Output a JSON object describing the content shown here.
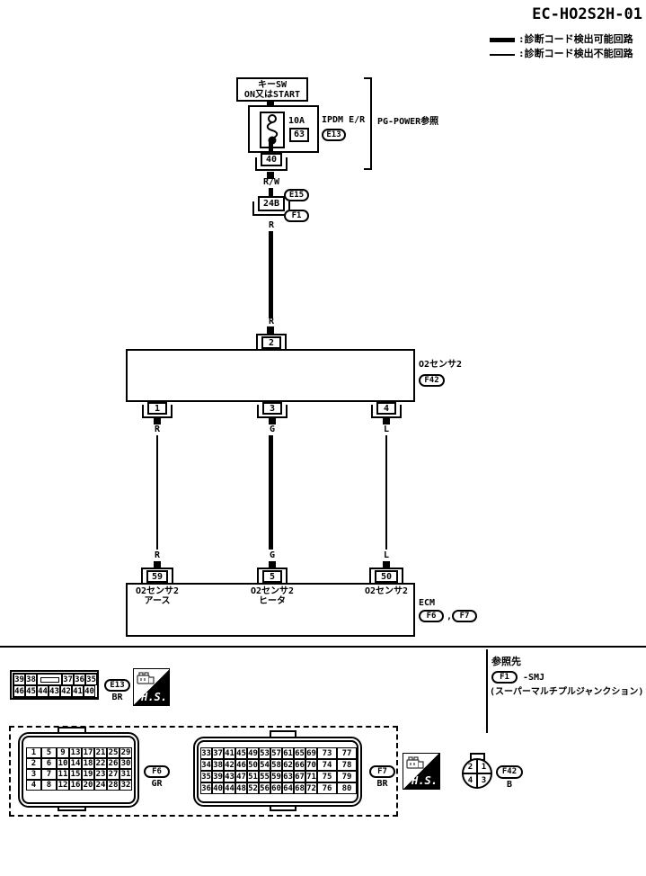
{
  "title": "EC-HO2S2H-01",
  "colors": {
    "line": "#000000",
    "background": "#ffffff"
  },
  "legend": {
    "detectable": ":診断コード検出可能回路",
    "undetectable": ":診断コード検出不能回路"
  },
  "circuit": {
    "key_sw": {
      "line1": "キーSW",
      "line2": "ON又はSTART"
    },
    "fuse": {
      "rating": "10A",
      "number": "63",
      "unit": "IPDM E/R",
      "connector": "E13",
      "ref": "PG-POWER参照"
    },
    "pin_fuse_out": "40",
    "wire_fuse_to_smj": "R/W",
    "smj_connector": "E15",
    "pin_smj": "24B",
    "smj_ref": "F1",
    "wire_smj_to_sensor": "R"
  },
  "sensor": {
    "label": "O2センサ2",
    "connector": "F42",
    "pin_top": "2",
    "pins_bottom": [
      "1",
      "3",
      "4"
    ],
    "wires": [
      {
        "color": "R",
        "thick": false
      },
      {
        "color": "G",
        "thick": true
      },
      {
        "color": "L",
        "thick": false
      }
    ]
  },
  "ecm": {
    "label": "ECM",
    "connectors": [
      "F6",
      "F7"
    ],
    "separator": ",",
    "pins": [
      "59",
      "5",
      "50"
    ],
    "functions": [
      [
        "O2センサ2",
        "アース"
      ],
      [
        "O2センサ2",
        "ヒータ"
      ],
      [
        "O2センサ2",
        ""
      ]
    ]
  },
  "footer": {
    "hs": "H.S.",
    "e13": {
      "label": "E13",
      "color": "BR",
      "rows": [
        [
          "39",
          "38",
          null,
          "37",
          "36",
          "35"
        ],
        [
          "46",
          "45",
          "44",
          "43",
          "42",
          "41",
          "40"
        ]
      ]
    },
    "ref_section": {
      "title": "参照先",
      "connector": "F1",
      "target": "-SMJ",
      "note": "(スーパーマルチプルジャンクション)"
    },
    "f6": {
      "label": "F6",
      "color": "GR",
      "rows": [
        [
          "1",
          "5",
          "9",
          "13",
          "17",
          "21",
          "25",
          "29"
        ],
        [
          "2",
          "6",
          "10",
          "14",
          "18",
          "22",
          "26",
          "30"
        ],
        [
          "3",
          "7",
          "11",
          "15",
          "19",
          "23",
          "27",
          "31"
        ],
        [
          "4",
          "8",
          "12",
          "16",
          "20",
          "24",
          "28",
          "32"
        ]
      ]
    },
    "f7": {
      "label": "F7",
      "color": "BR",
      "rows": [
        [
          "33",
          "37",
          "41",
          "45",
          "49",
          "53",
          "57",
          "61",
          "65",
          "69",
          "73",
          "77"
        ],
        [
          "34",
          "38",
          "42",
          "46",
          "50",
          "54",
          "58",
          "62",
          "66",
          "70",
          "74",
          "78"
        ],
        [
          "35",
          "39",
          "43",
          "47",
          "51",
          "55",
          "59",
          "63",
          "67",
          "71",
          "75",
          "79"
        ],
        [
          "36",
          "40",
          "44",
          "48",
          "52",
          "56",
          "60",
          "64",
          "68",
          "72",
          "76",
          "80"
        ]
      ]
    },
    "f42": {
      "label": "F42",
      "color": "B",
      "quadrants": [
        "2",
        "1",
        "4",
        "3"
      ]
    }
  }
}
